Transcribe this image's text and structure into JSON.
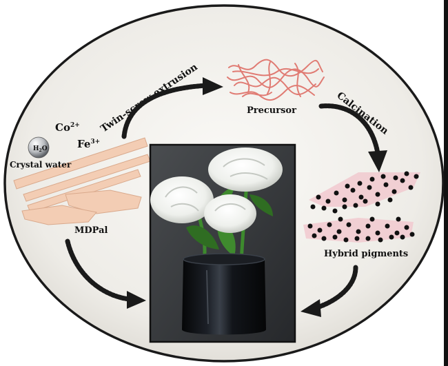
{
  "labels": {
    "twin_screw": "Twin-screw extrusion",
    "precursor": "Precursor",
    "calcination": "Calcination",
    "hybrid": "Hybrid pigments",
    "mdpal": "MDPal",
    "crystal_water": "Crystal water",
    "h2o_main": "H",
    "h2o_sub": "2",
    "h2o_end": "O",
    "co": "Co",
    "co_charge": "2+",
    "fe": "Fe",
    "fe_charge": "3+"
  },
  "colors": {
    "background": "#ffffff",
    "plate": "#f1efea",
    "plate_rim": "#1a1a1a",
    "fiber": "#f3cdb4",
    "fiber_edge": "#d9a98c",
    "precursor_strand": "#e07b73",
    "pigment_dot": "#111111",
    "pigment_blob": "#f1c9cf",
    "arrow": "#1a1a1a",
    "vase": "#0d0f12",
    "photo_bg": "#3a3d40"
  }
}
